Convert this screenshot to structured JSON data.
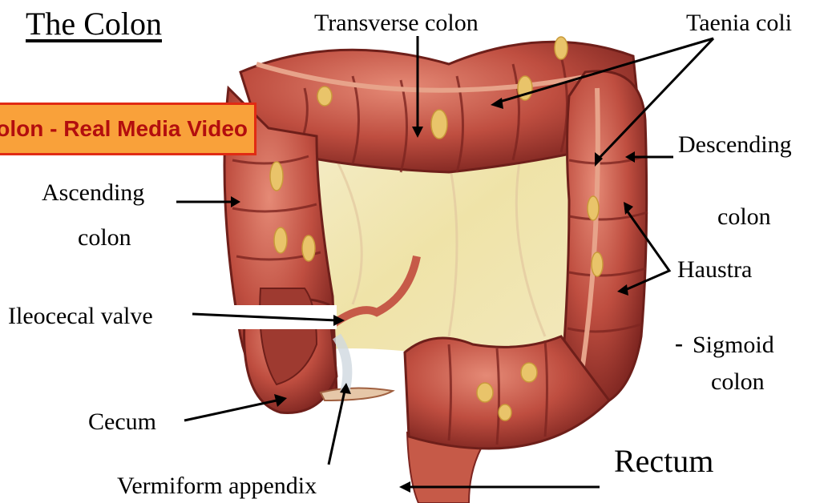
{
  "title": "The Colon",
  "banner": "Colon - Real Media Video",
  "labels": {
    "transverse_colon": "Transverse colon",
    "taenia_coli": "Taenia coli",
    "descending_colon_1": "Descending",
    "descending_colon_2": "colon",
    "ascending_colon_1": "Ascending",
    "ascending_colon_2": "colon",
    "haustra": "Haustra",
    "ileocecal_valve": "Ileocecal valve",
    "sigmoid_colon_1": "Sigmoid",
    "sigmoid_colon_2": "colon",
    "sigmoid_bullet": "-",
    "cecum": "Cecum",
    "rectum": "Rectum",
    "vermiform_appendix": "Vermiform appendix"
  },
  "colors": {
    "colon": "#b8453a",
    "colon_dark": "#7d2520",
    "mesentery": "#efe7b8",
    "fat": "#e9c46a",
    "banner_bg": "#f9a13a",
    "banner_border": "#e02b14",
    "banner_text": "#b30e0e"
  }
}
